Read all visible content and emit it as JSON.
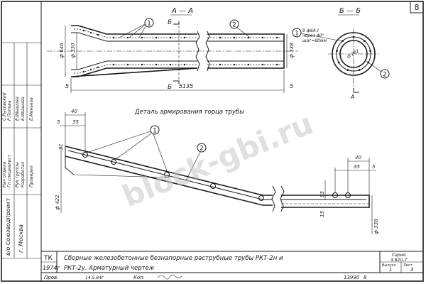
{
  "sheet": {
    "number": "8",
    "watermark": "block-gbi.ru"
  },
  "top_view": {
    "section_title": "А — А",
    "cut_b_label": "Б",
    "length_dim": "5135",
    "end_dim_left": "5",
    "end_dim_right": "5",
    "dia_outer_bell": "ф 646",
    "dia_inner_bell": "ф 330",
    "dia_barrel": "ф 338",
    "callout_1": "1",
    "callout_2": "2"
  },
  "section_bb": {
    "title": "Б — Б",
    "note_line1": "9 ф6А-I",
    "note_line2": "через 40°",
    "note_line3": "шаг=80мм",
    "dia_label": "ф 282",
    "cut_label": "А",
    "callout_1": "1",
    "callout_2": "2"
  },
  "detail": {
    "title": "Деталь армирования торца трубы",
    "dim_40_left": "40",
    "dim_5_left": "5",
    "dim_35_left": "35",
    "dim_31": "31",
    "dia_422": "ф 422",
    "dim_40_right": "40",
    "dim_35_right": "35",
    "dim_5_right": "5",
    "dim_55": "55",
    "dim_15": "15",
    "dia_338": "ф 338",
    "callout_1": "1",
    "callout_2": "2"
  },
  "left_strip": {
    "org": "в/о Союзводпроект",
    "city": "г. Москва",
    "roles": [
      "Нач отдела",
      "Гл специалист",
      "Рук.группы",
      "Разработал",
      "Проверил"
    ],
    "names": [
      "С.Рысовский",
      "Р.Попова",
      "Е.Ивашова",
      "Е.Ивашова",
      "Е.Меньков"
    ]
  },
  "title_block": {
    "code": "ТК",
    "year": "1974г",
    "title_line1": "Сборные железобетонные безнапорные раструбные трубы РКТ-2н и",
    "title_line2": "РКТ-2у.   Арматурный  чертеж",
    "series_label": "Серия",
    "series_value": "3.820-7",
    "issue_label": "Выпуск",
    "sheet_label": "Лист",
    "issue_value": "1",
    "sheet_value": "3",
    "bottom_prov": "Пров.",
    "bottom_date": "14.5.84г",
    "bottom_kop": "Коп.",
    "bottom_order": "13990",
    "bottom_sheet": "8"
  }
}
